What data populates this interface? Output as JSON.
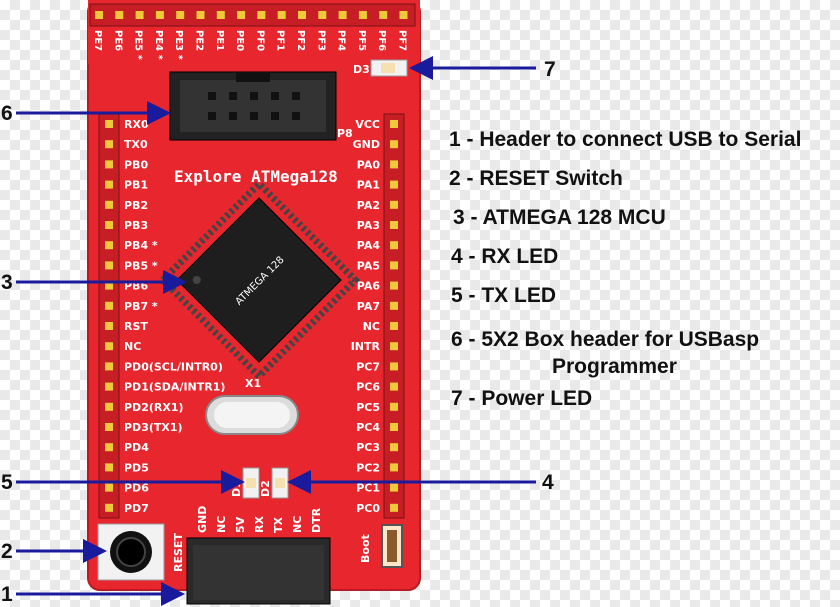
{
  "board": {
    "title": "Explore ATMega128",
    "chip_label": "ATMEGA 128",
    "header_label": "P8",
    "crystal_label": "X1",
    "led_d3": "D3",
    "led_d2": "D2",
    "led_d1": "D1",
    "reset_label": "RESET",
    "boot_label": "Boot",
    "top_pins": [
      "PE7",
      "PE6",
      "PE5 *",
      "PE4 *",
      "PE3 *",
      "PE2",
      "PE1",
      "PE0",
      "PF0",
      "PF1",
      "PF2",
      "PF3",
      "PF4",
      "PF5",
      "PF6",
      "PF7"
    ],
    "left_pins": [
      "RX0",
      "TX0",
      "PB0",
      "PB1",
      "PB2",
      "PB3",
      "PB4 *",
      "PB5 *",
      "PB6",
      "PB7 *",
      "RST",
      "NC",
      "PD0(SCL/INTR0)",
      "PD1(SDA/INTR1)",
      "PD2(RX1)",
      "PD3(TX1)",
      "PD4",
      "PD5",
      "PD6",
      "PD7"
    ],
    "right_pins": [
      "VCC",
      "GND",
      "PA0",
      "PA1",
      "PA2",
      "PA3",
      "PA4",
      "PA5",
      "PA6",
      "PA7",
      "NC",
      "INTR",
      "PC7",
      "PC6",
      "PC5",
      "PC4",
      "PC3",
      "PC2",
      "PC1",
      "PC0"
    ],
    "usb_pins": [
      "GND",
      "NC",
      "5V",
      "RX",
      "TX",
      "NC",
      "DTR"
    ]
  },
  "callouts": [
    "1",
    "2",
    "3",
    "4",
    "5",
    "6",
    "7"
  ],
  "legend": [
    "1 - Header to connect USB to Serial",
    "2 - RESET Switch",
    "3 - ATMEGA 128 MCU",
    "4 - RX LED",
    "5 - TX LED",
    "6 - 5X2 Box header for USBasp",
    "Programmer",
    "7 - Power LED"
  ],
  "colors": {
    "board": "#e8262e",
    "arrow": "#1a1a9c",
    "pin_pad": "#f0c93a"
  }
}
